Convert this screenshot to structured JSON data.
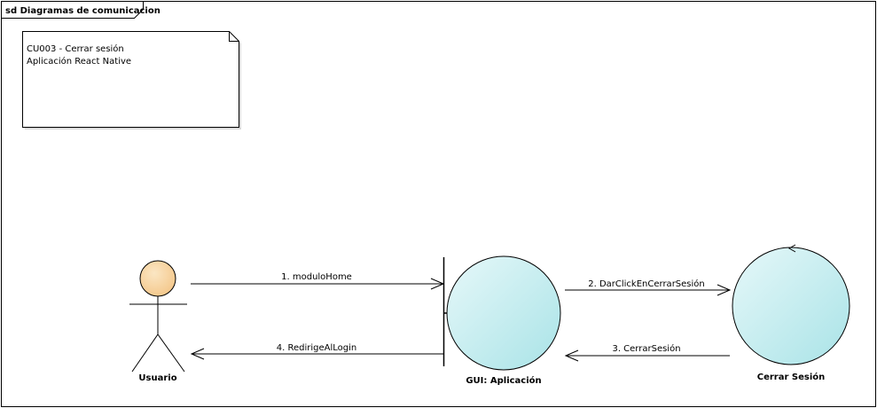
{
  "frame": {
    "title": "sd Diagramas de comunicacion"
  },
  "note": {
    "lines": [
      "CU003 - Cerrar sesión",
      "Aplicación React Native"
    ]
  },
  "actor": {
    "name": "Usuario"
  },
  "boundary": {
    "name": "GUI: Aplicación"
  },
  "control": {
    "name": "Cerrar Sesión"
  },
  "messages": [
    {
      "label": "1. moduloHome"
    },
    {
      "label": "2. DarClickEnCerrarSesión"
    },
    {
      "label": "3. CerrarSesión"
    },
    {
      "label": "4. RedirigeAlLogin"
    }
  ],
  "colors": {
    "actor_head": "#f9d9a6",
    "object_fill": "#c8eef0",
    "object_stroke": "#000000",
    "note_fill": "#ffffff"
  }
}
